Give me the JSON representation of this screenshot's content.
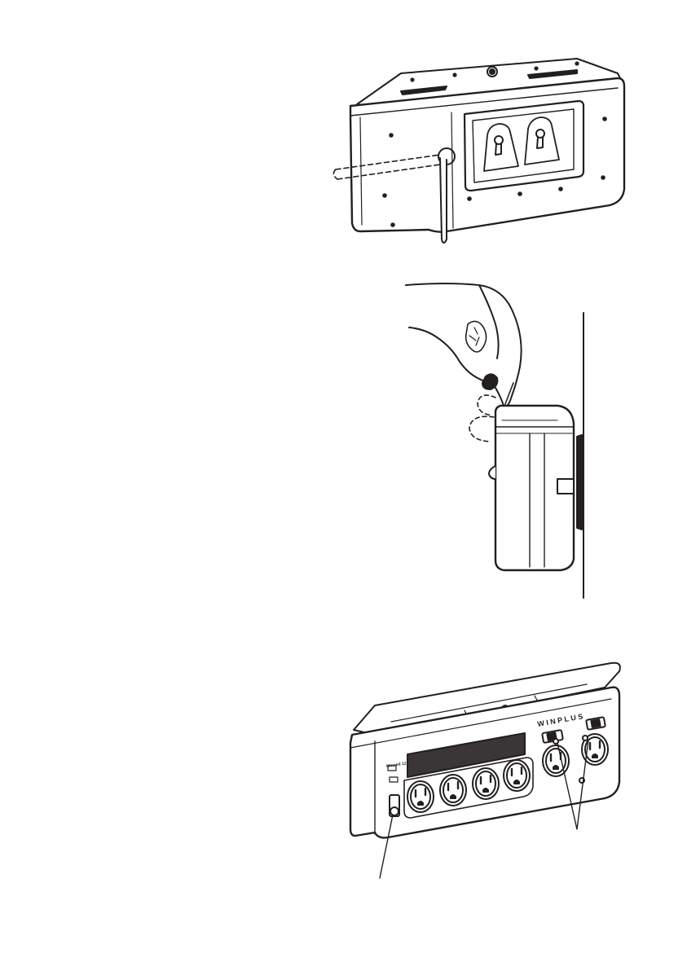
{
  "figures": [
    {
      "id": "mounting-keyholes",
      "label": ""
    },
    {
      "id": "hang-on-wall",
      "label": ""
    },
    {
      "id": "front-panel",
      "label": ""
    }
  ],
  "front_panel": {
    "brand": "WINPLUS",
    "small_label": "Winned 12"
  },
  "colors": {
    "ink": "#231f20",
    "paper": "#ffffff",
    "grille": "#3a3536"
  }
}
